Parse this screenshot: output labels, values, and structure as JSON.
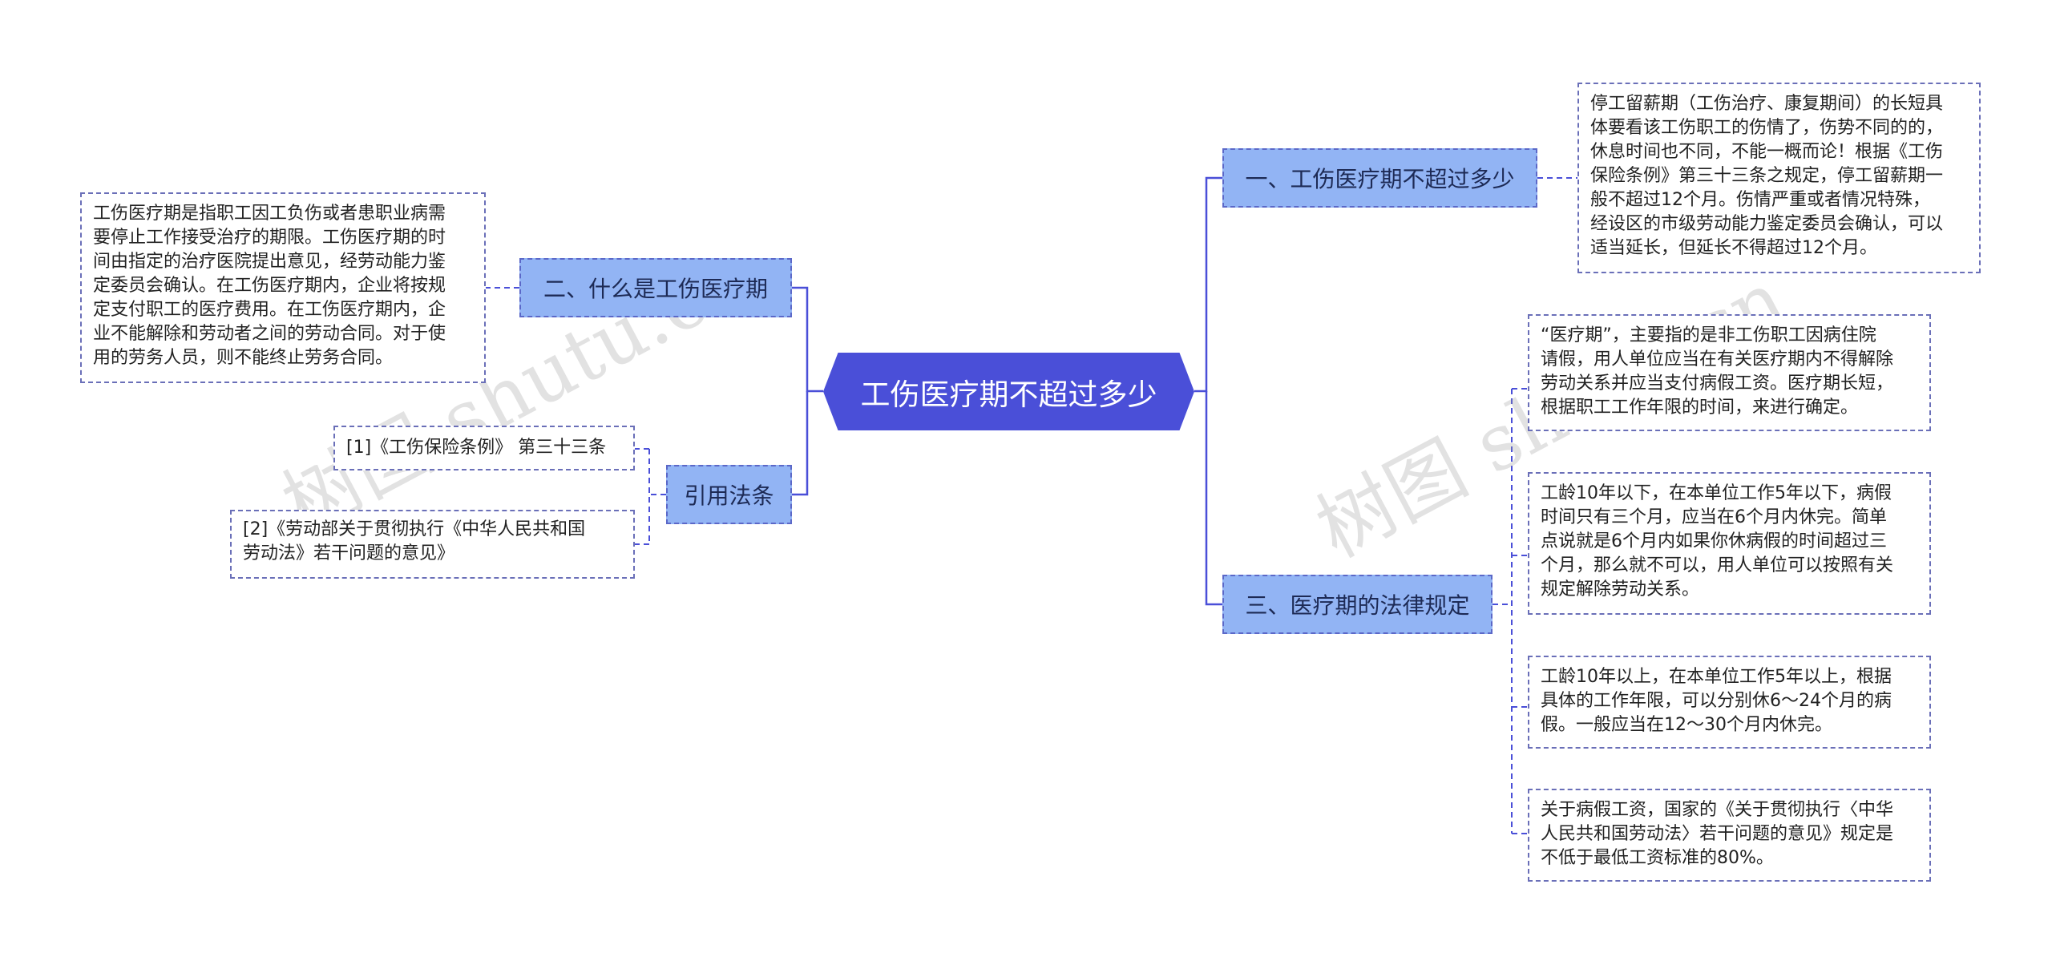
{
  "root": {
    "label": "工伤医疗期不超过多少"
  },
  "branches": {
    "b1": {
      "label": "一、工伤医疗期不超过多少"
    },
    "b2": {
      "label": "二、什么是工伤医疗期"
    },
    "b3": {
      "label": "三、医疗期的法律规定"
    },
    "b4": {
      "label": "引用法条"
    }
  },
  "leaves": {
    "b1_1": "停工留薪期（工伤治疗、康复期间）的长短具\n体要看该工伤职工的伤情了，伤势不同的的，\n休息时间也不同，不能一概而论！根据《工伤\n保险条例》第三十三条之规定，停工留薪期一\n般不超过12个月。伤情严重或者情况特殊，\n经设区的市级劳动能力鉴定委员会确认，可以\n适当延长，但延长不得超过12个月。",
    "b2_1": "工伤医疗期是指职工因工负伤或者患职业病需\n要停止工作接受治疗的期限。工伤医疗期的时\n间由指定的治疗医院提出意见，经劳动能力鉴\n定委员会确认。在工伤医疗期内，企业将按规\n定支付职工的医疗费用。在工伤医疗期内，企\n业不能解除和劳动者之间的劳动合同。对于使\n用的劳务人员，则不能终止劳务合同。",
    "b3_1": "“医疗期”，主要指的是非工伤职工因病住院\n请假，用人单位应当在有关医疗期内不得解除\n劳动关系并应当支付病假工资。医疗期长短，\n根据职工工作年限的时间，来进行确定。",
    "b3_2": "工龄10年以下，在本单位工作5年以下，病假\n时间只有三个月，应当在6个月内休完。简单\n点说就是6个月内如果你休病假的时间超过三\n个月，那么就不可以，用人单位可以按照有关\n规定解除劳动关系。",
    "b3_3": "工龄10年以上，在本单位工作5年以上，根据\n具体的工作年限，可以分别休6～24个月的病\n假。一般应当在12～30个月内休完。",
    "b3_4": "关于病假工资，国家的《关于贯彻执行〈中华\n人民共和国劳动法〉若干问题的意见》规定是\n不低于最低工资标准的80%。",
    "b4_1": "[1]《工伤保险条例》 第三十三条",
    "b4_2": "[2]《劳动部关于贯彻执行《中华人民共和国\n劳动法》若干问题的意见》"
  },
  "watermarks": [
    "树图 shutu.cn",
    "树图 shutu.cn"
  ],
  "colors": {
    "root_fill": "#4a4fd8",
    "branch_fill": "#92b4f4",
    "connector": "#4a4fd8",
    "leaf_border": "#6a6fb8"
  }
}
